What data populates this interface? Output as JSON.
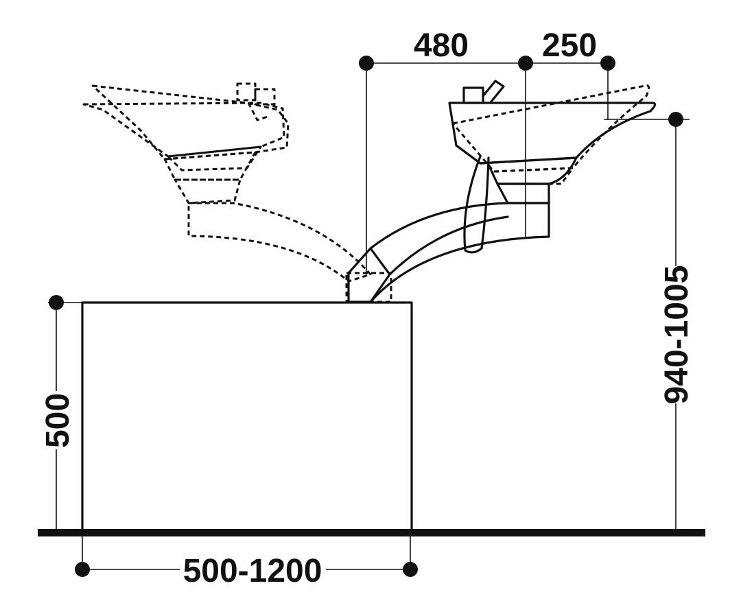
{
  "dimensions": {
    "top_left_width": "480",
    "top_right_width": "250",
    "working_height": "940-1005",
    "cabinet_height": "500",
    "cabinet_width": "500-1200"
  },
  "colors": {
    "ink": "#111111",
    "background": "#ffffff"
  }
}
